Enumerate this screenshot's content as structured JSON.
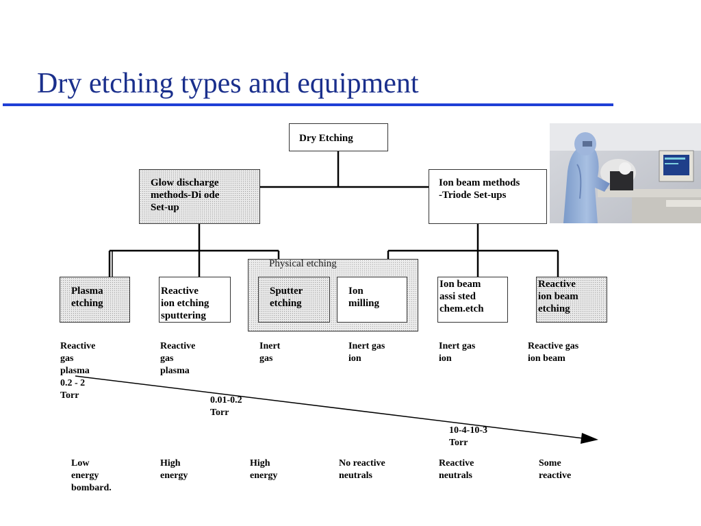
{
  "slide": {
    "title": "Dry etching types and equipment"
  },
  "nodes": {
    "root": "Dry Etching",
    "glow": "Glow  discharge\nmethods-Di ode\nSet-up",
    "ionbeam": "Ion beam methods\n-Triode Set-ups",
    "group_label": "Physical etching",
    "plasma": "Plasma\netching",
    "rie": "Reactive\nion etching\nsputtering",
    "sputter": "Sputter\netching",
    "milling": "Ion\nmilling",
    "ibace": "Ion beam\nassi sted\nchem.etch",
    "ribe": "Reactive\nion beam\netching"
  },
  "gas": {
    "plasma": "Reactive\ngas\nplasma",
    "rie": "Reactive\ngas\nplasma",
    "sputter": "Inert\ngas",
    "milling": "Inert gas\nion",
    "ibace": "Inert gas\nion",
    "ribe": "Reactive gas\nion beam"
  },
  "pressure": {
    "p1": "0.2 - 2\nTorr",
    "p2": "0.01-0.2\nTorr",
    "p3": "10-4-10-3\nTorr"
  },
  "energy": {
    "plasma": "Low\nenergy\nbombard.",
    "rie": "High\nenergy",
    "sputter": "High\nenergy",
    "milling": "No reactive\nneutrals",
    "ibace": "Reactive\nneutrals",
    "ribe": "Some\nreactive"
  }
}
